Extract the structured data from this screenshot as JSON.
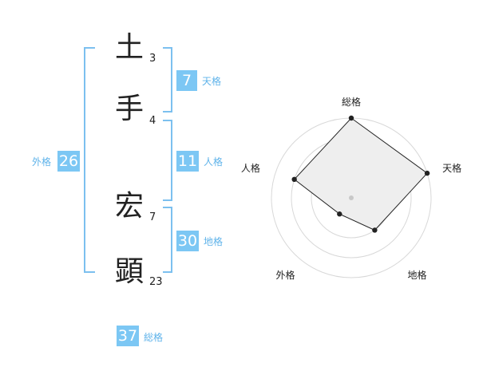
{
  "name": {
    "chars": [
      {
        "char": "土",
        "strokes": "3"
      },
      {
        "char": "手",
        "strokes": "4"
      },
      {
        "char": "宏",
        "strokes": "7"
      },
      {
        "char": "顕",
        "strokes": "23"
      }
    ]
  },
  "kakusu": {
    "tenkaku": {
      "value": "7",
      "label": "天格"
    },
    "jinkaku": {
      "value": "11",
      "label": "人格"
    },
    "chikaku": {
      "value": "30",
      "label": "地格"
    },
    "gaikaku": {
      "value": "26",
      "label": "外格"
    },
    "soukaku": {
      "value": "37",
      "label": "総格"
    }
  },
  "colors": {
    "accent": "#7cc7f4",
    "bracket": "#7cc0ef",
    "label": "#5fb3ea",
    "text": "#222222"
  },
  "chart_data": {
    "type": "radar",
    "axes": [
      "総格",
      "天格",
      "地格",
      "外格",
      "人格"
    ],
    "levels": 4,
    "values": [
      4,
      4,
      2,
      1,
      3
    ],
    "max": 4
  }
}
